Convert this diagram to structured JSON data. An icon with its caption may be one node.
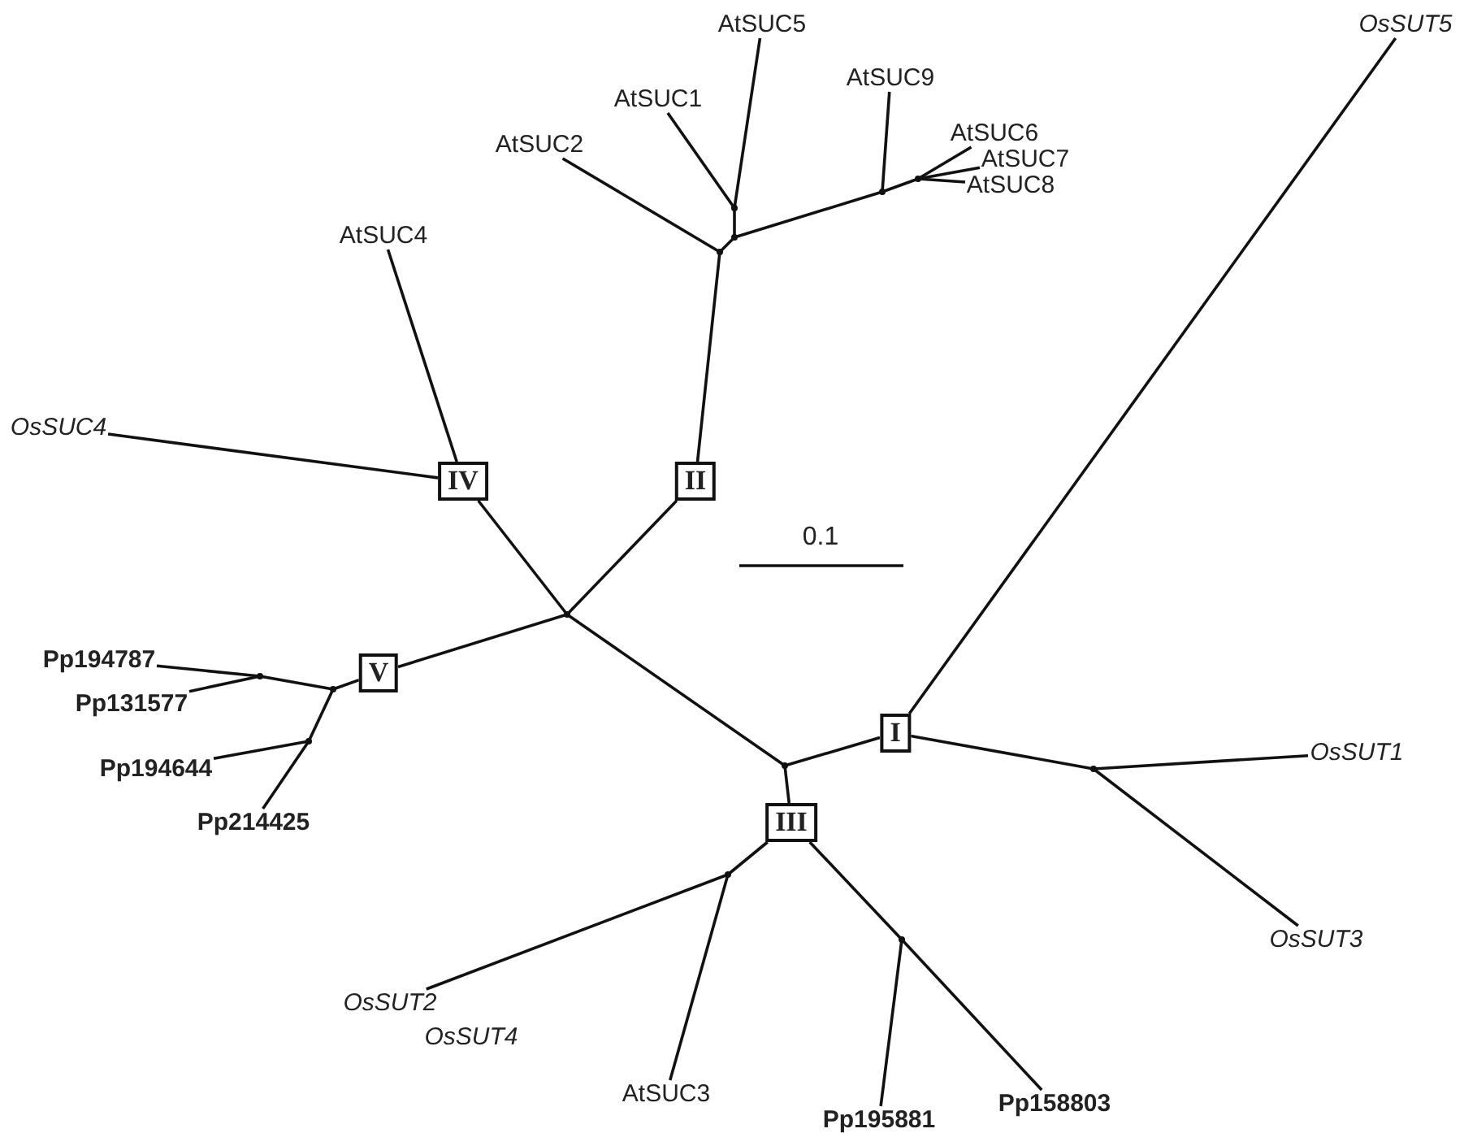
{
  "diagram": {
    "nodes": [
      {
        "text": [
          "AtSUC5"
        ]
      },
      {
        "text": [
          "AtSUC1"
        ]
      },
      {
        "text": [
          "AtSUC9"
        ]
      },
      {
        "text": [
          "AtSUC2"
        ]
      },
      {
        "text": [
          "AtSUC6"
        ]
      },
      {
        "text": [
          "AtSUC7"
        ]
      },
      {
        "text": [
          "AtSUC8"
        ]
      },
      {
        "text": [
          "AtSUC4"
        ]
      },
      {
        "text": [
          "II"
        ]
      },
      {
        "text": [
          "OsSUC4"
        ]
      },
      {
        "text": [
          "IV"
        ]
      },
      {
        "text": [
          "OsSUT5"
        ]
      },
      {
        "text": [],
        "shape": "point"
      },
      {
        "text": [
          "Pp194787"
        ]
      },
      {
        "text": [
          "V"
        ]
      },
      {
        "text": [
          "Pp131577"
        ]
      },
      {
        "text": [
          "Pp194644"
        ]
      },
      {
        "text": [
          "Pp214425"
        ]
      },
      {
        "text": [
          "I"
        ]
      },
      {
        "text": [
          "OsSUT1"
        ]
      },
      {
        "text": [
          "III"
        ]
      },
      {
        "text": [
          "OsSUT3"
        ]
      },
      {
        "text": [
          "OsSUT2"
        ]
      },
      {
        "text": [
          "OsSUT4"
        ]
      },
      {
        "text": [
          "AtSUC3"
        ]
      },
      {
        "text": [
          "Pp195881"
        ]
      },
      {
        "text": [
          "Pp158803"
        ]
      },
      {
        "text": [],
        "shape": "point"
      },
      {
        "text": [],
        "shape": "point"
      },
      {
        "text": [],
        "shape": "point"
      },
      {
        "text": [],
        "shape": "point"
      },
      {
        "text": [],
        "shape": "point"
      },
      {
        "text": [],
        "shape": "point"
      },
      {
        "text": [],
        "shape": "point"
      },
      {
        "text": [],
        "shape": "point"
      },
      {
        "text": [],
        "shape": "point"
      },
      {
        "text": [],
        "shape": "point"
      },
      {
        "text": [],
        "shape": "point"
      },
      {
        "text": [],
        "shape": "point"
      }
    ],
    "edges": [
      {
        "from": 8,
        "to": 27,
        "arrow": "none"
      },
      {
        "from": 27,
        "to": 3,
        "arrow": "none"
      },
      {
        "from": 27,
        "to": 28,
        "arrow": "none"
      },
      {
        "from": 28,
        "to": 29,
        "arrow": "none"
      },
      {
        "from": 29,
        "to": 1,
        "arrow": "none"
      },
      {
        "from": 29,
        "to": 0,
        "arrow": "none"
      },
      {
        "from": 28,
        "to": 30,
        "arrow": "none"
      },
      {
        "from": 30,
        "to": 2,
        "arrow": "none"
      },
      {
        "from": 30,
        "to": 31,
        "arrow": "none"
      },
      {
        "from": 31,
        "to": 4,
        "arrow": "none"
      },
      {
        "from": 31,
        "to": 5,
        "arrow": "none"
      },
      {
        "from": 31,
        "to": 6,
        "arrow": "none"
      },
      {
        "from": 12,
        "to": 8,
        "arrow": "none"
      },
      {
        "from": 12,
        "to": 10,
        "arrow": "none"
      },
      {
        "from": 10,
        "to": 7,
        "arrow": "none"
      },
      {
        "from": 10,
        "to": 9,
        "arrow": "none"
      },
      {
        "from": 12,
        "to": 14,
        "arrow": "none"
      },
      {
        "from": 14,
        "to": 32,
        "arrow": "none"
      },
      {
        "from": 32,
        "to": 33,
        "arrow": "none"
      },
      {
        "from": 33,
        "to": 13,
        "arrow": "none"
      },
      {
        "from": 33,
        "to": 15,
        "arrow": "none"
      },
      {
        "from": 32,
        "to": 34,
        "arrow": "none"
      },
      {
        "from": 34,
        "to": 16,
        "arrow": "none"
      },
      {
        "from": 34,
        "to": 17,
        "arrow": "none"
      },
      {
        "from": 12,
        "to": 35,
        "arrow": "none"
      },
      {
        "from": 35,
        "to": 18,
        "arrow": "none"
      },
      {
        "from": 35,
        "to": 20,
        "arrow": "none"
      },
      {
        "from": 18,
        "to": 11,
        "arrow": "none"
      },
      {
        "from": 18,
        "to": 36,
        "arrow": "none"
      },
      {
        "from": 36,
        "to": 19,
        "arrow": "none"
      },
      {
        "from": 36,
        "to": 21,
        "arrow": "none"
      },
      {
        "from": 20,
        "to": 37,
        "arrow": "none"
      },
      {
        "from": 37,
        "to": 22,
        "arrow": "none"
      },
      {
        "from": 37,
        "to": 24,
        "arrow": "none"
      },
      {
        "from": 20,
        "to": 38,
        "arrow": "none"
      },
      {
        "from": 38,
        "to": 25,
        "arrow": "none"
      },
      {
        "from": 38,
        "to": 26,
        "arrow": "none"
      }
    ],
    "labels": [
      "0.1"
    ]
  }
}
